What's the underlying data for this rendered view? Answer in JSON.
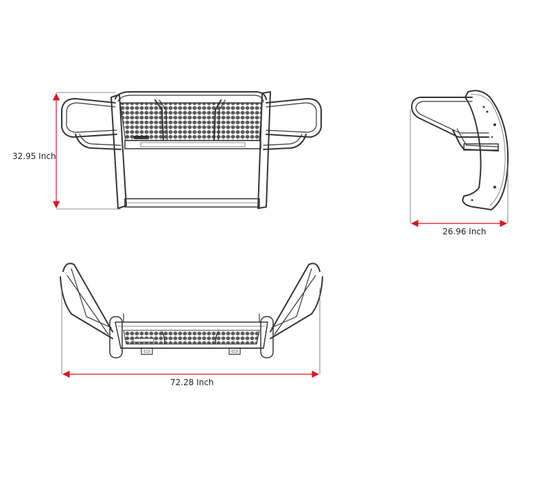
{
  "dimensions": {
    "height": "32.95 Inch",
    "depth": "26.96 Inch",
    "width": "72.28 Inch"
  },
  "colors": {
    "arrow": "#e0141e",
    "line": "#333333",
    "mesh": "#555555"
  }
}
